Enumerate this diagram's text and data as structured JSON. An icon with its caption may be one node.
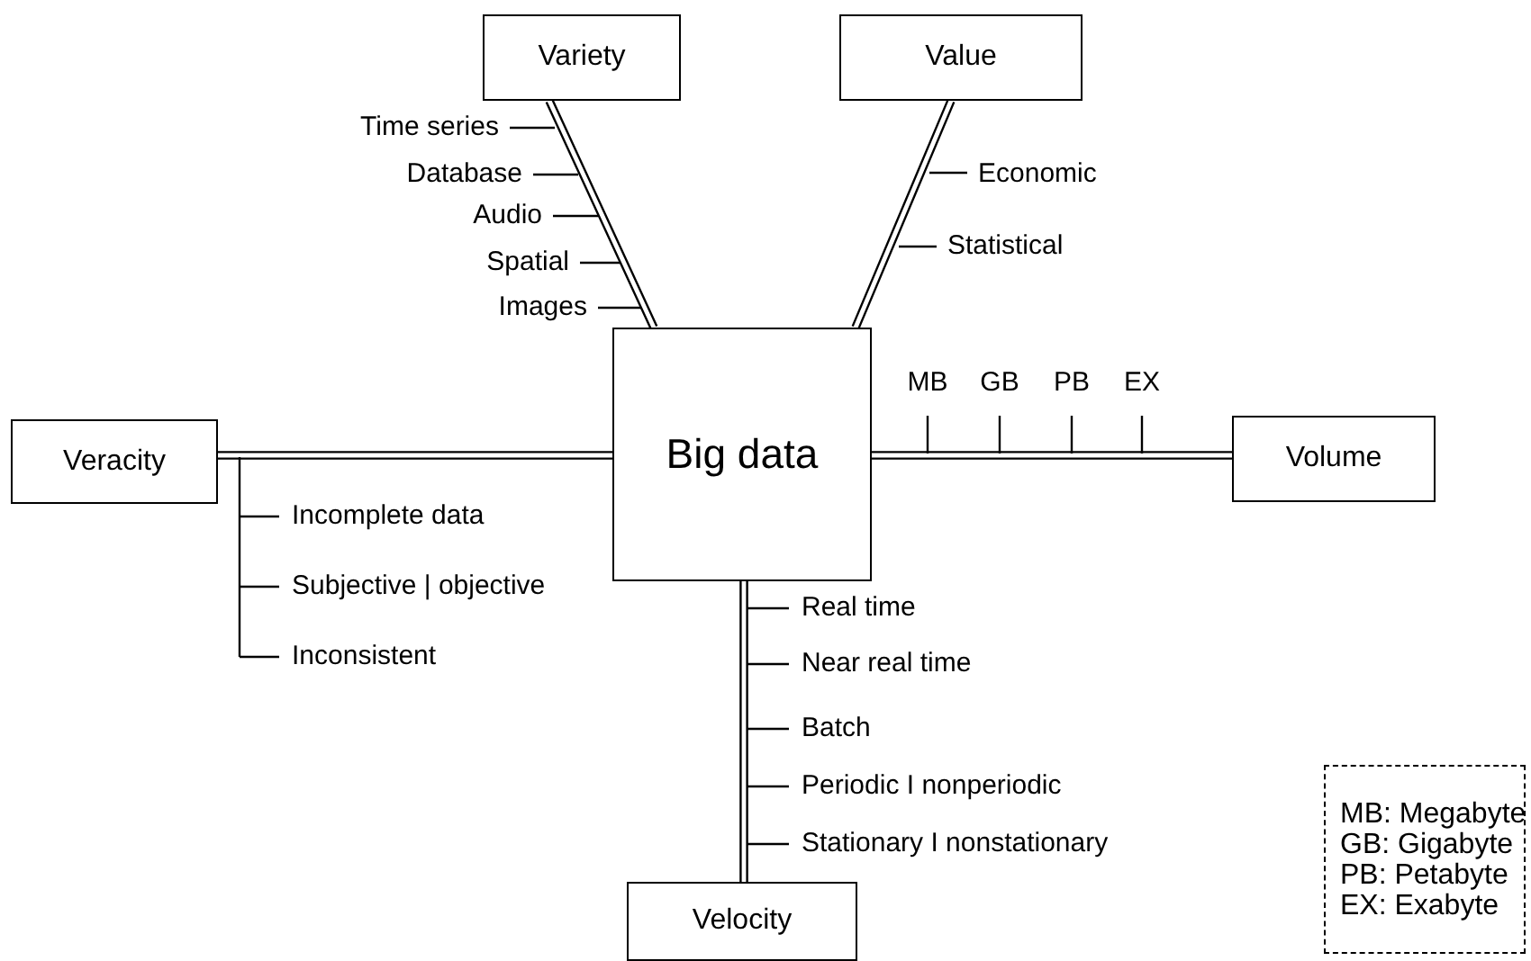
{
  "diagram": {
    "nodes": [
      {
        "text": [
          "Big data"
        ]
      },
      {
        "text": [
          "Variety"
        ]
      },
      {
        "text": [
          "Value"
        ]
      },
      {
        "text": [
          "Veracity"
        ]
      },
      {
        "text": [
          "Volume"
        ]
      },
      {
        "text": [
          "Velocity"
        ]
      },
      {
        "text": [
          "MB: Megabyte",
          "GB: Gigabyte",
          "PB: Petabyte",
          "EX: Exabyte"
        ]
      }
    ],
    "edges": [
      {
        "from": 0,
        "to": 1,
        "arrow": "none"
      },
      {
        "from": 0,
        "to": 2,
        "arrow": "none"
      },
      {
        "from": 0,
        "to": 3,
        "arrow": "none"
      },
      {
        "from": 0,
        "to": 4,
        "arrow": "none"
      },
      {
        "from": 0,
        "to": 5,
        "arrow": "none"
      }
    ],
    "labels": [
      "Time series",
      "Database",
      "Audio",
      "Spatial",
      "Images",
      "Economic",
      "Statistical",
      "MB",
      "GB",
      "PB",
      "EX",
      "Incomplete data",
      "Subjective | objective",
      "Inconsistent",
      "Real time",
      "Near real time",
      "Batch",
      "Periodic I nonperiodic",
      "Stationary I nonstationary"
    ]
  }
}
